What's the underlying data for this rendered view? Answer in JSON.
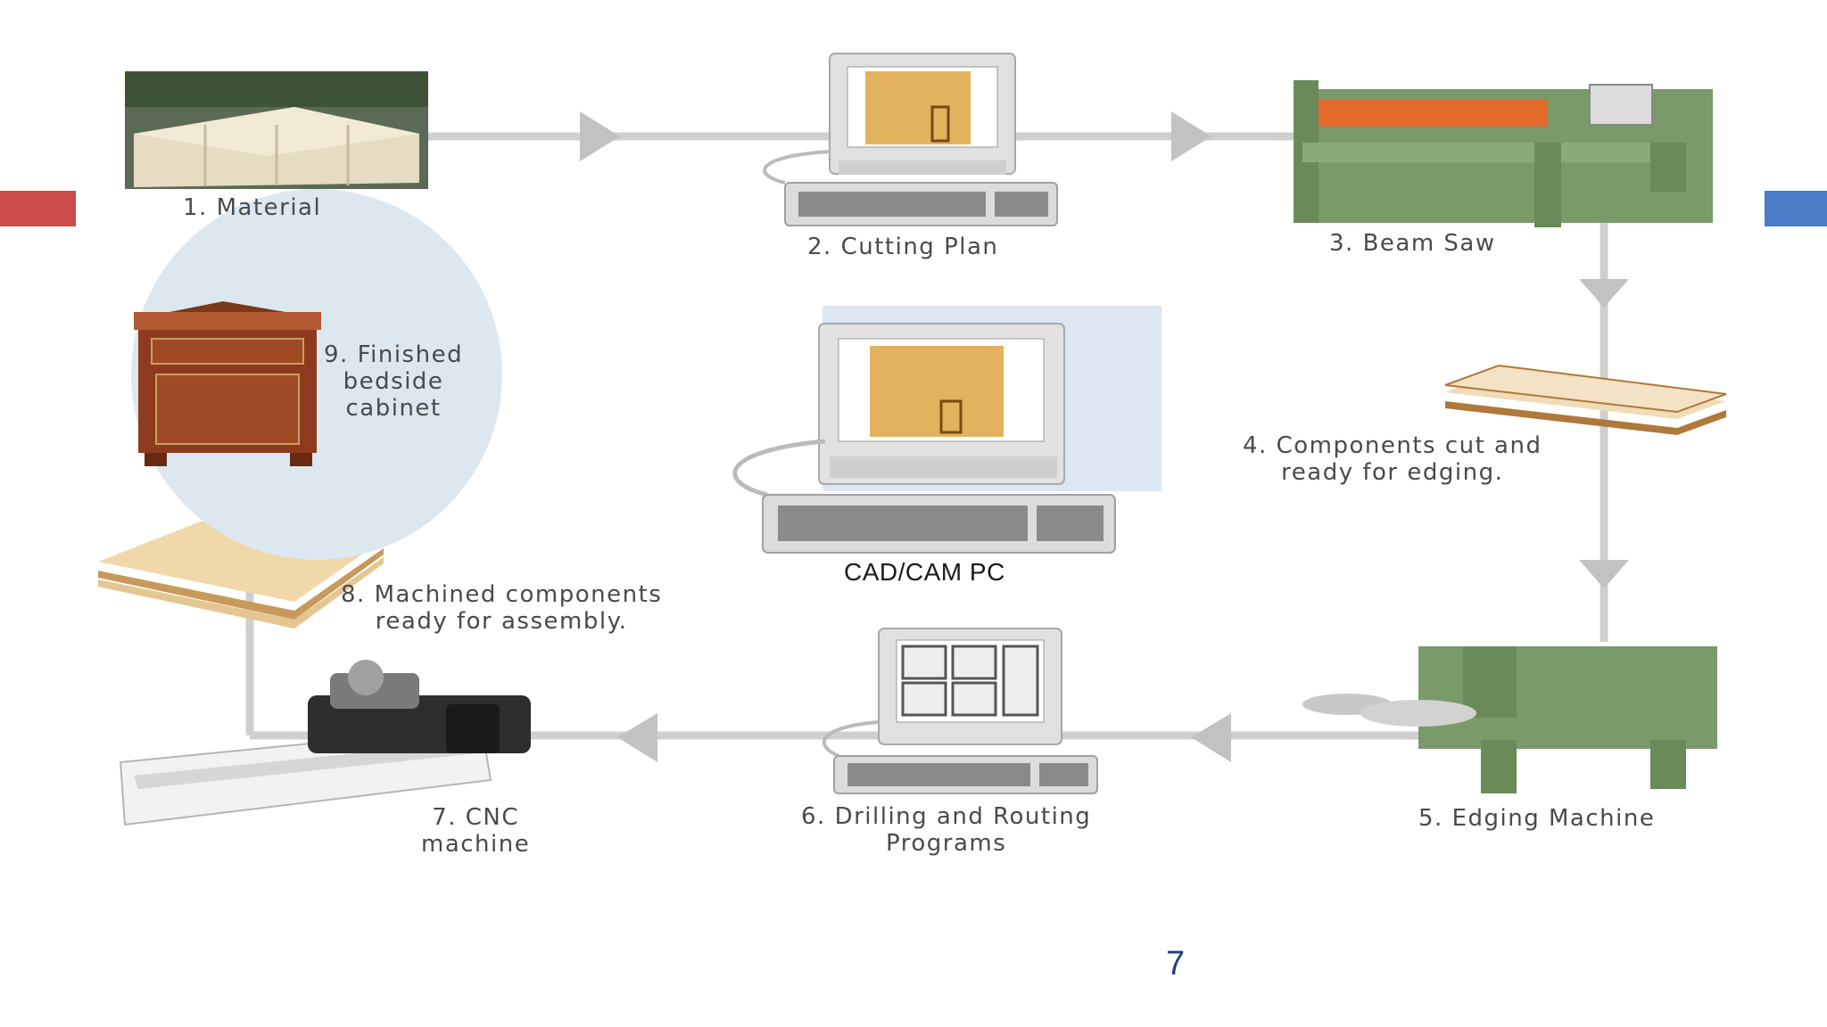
{
  "slide": {
    "page_number": "7",
    "accent_left_color": "#cc4b4b",
    "accent_right_color": "#4a7cc7"
  },
  "steps": {
    "material": "1. Material",
    "cutting_plan": "2. Cutting Plan",
    "beam_saw": "3. Beam Saw",
    "components": [
      "4. Components cut and",
      "ready for edging."
    ],
    "edging": "5. Edging Machine",
    "drilling": [
      "6. Drilling and Routing",
      "Programs"
    ],
    "cnc": [
      "7. CNC",
      "machine"
    ],
    "machined": [
      "8. Machined components",
      "ready for assembly."
    ],
    "finished": [
      "9. Finished",
      "bedside",
      "cabinet"
    ],
    "cadcam": "CAD/CAM PC"
  }
}
